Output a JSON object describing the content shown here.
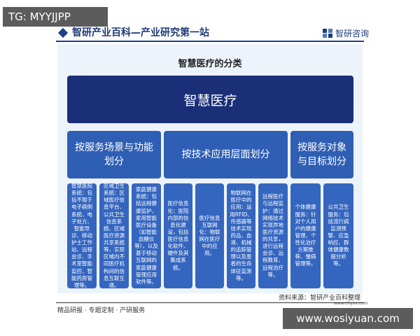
{
  "watermarks": {
    "top": "TG: MYYJJPP",
    "bottom": "www.wosiyuan.com"
  },
  "header": {
    "title": "智研产业百科—产业研究第一站",
    "brand": "智研咨询",
    "logo_color": "#1f3a78"
  },
  "diagram": {
    "title": "智慧医疗的分类",
    "root": "智慧医疗",
    "categories": [
      "按服务场景与功能划分",
      "按技术应用层面划分",
      "按服务对象与目标划分"
    ],
    "leaves": [
      "智慧医院系统：包括不限于电子病例系统、电子处方、智能导诊、移动护士工作站、远程会诊、手术室智能监控、智能药房管理等。",
      "区域卫生系统：区域医疗信息平台、公共卫生信息系统、区域医疗资源共享系统等，实现区域内不同医疗机构间的信息互联互通。",
      "家庭健康系统：包括远程健康监护、家用智能医疗设备（如智能血糖仪等），以及基于移动互联网的家庭健康管理应用软件等。",
      "医疗信息化：医院内部的信息化建设，包括医疗信息化软件、硬件及其集成系统。",
      "医疗信息互联网化：物联网在医疗中的应用。",
      "物联网在医疗中的应用：运用RFID、传感器等技术实现药品、血液、机械的追踪管理以及患者的生命体征监测等。",
      "远程医疗与远程监护：通过网络技术实现异地医疗资源的共享，进行远程会诊、远程教育、远程治疗等。",
      "个体健康服务：针对个人用户的健康管理、个性化治疗方案推荐、慢病管理等。",
      "公共卫生服务：包括流行病监测预警、应急响应、群体健康数据分析等。"
    ],
    "colors": {
      "root": "#1b2f78",
      "category": "#2f5fb4",
      "leaf": "#3566bf",
      "background": "#edf3fb"
    }
  },
  "footer": {
    "source": "资料来源：智研产业百科整理",
    "url": "www.chyxx.com",
    "tagline": "精品研报 · 专题定制 · 产研服务"
  }
}
